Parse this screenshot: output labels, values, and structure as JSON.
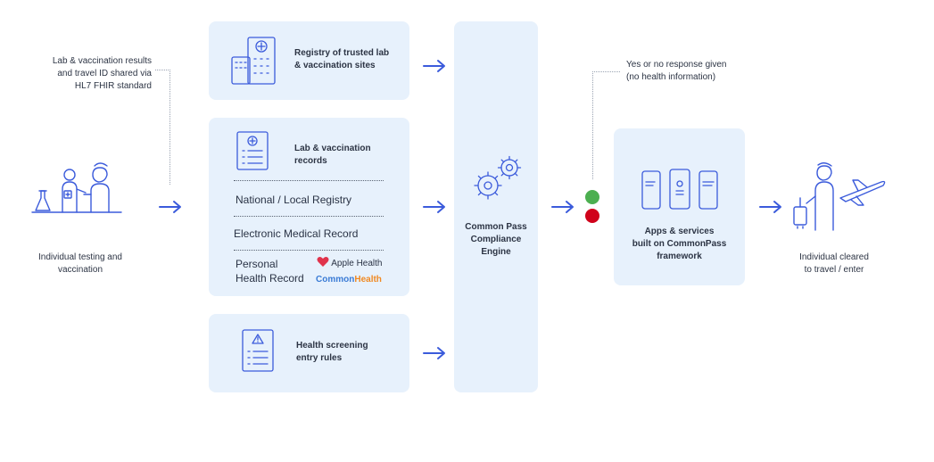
{
  "left": {
    "shared_note": [
      "Lab & vaccination results",
      "and travel ID shared via",
      "HL7 FHIR standard"
    ],
    "person_label": [
      "Individual testing and",
      "vaccination"
    ]
  },
  "registry_box": {
    "title": [
      "Registry of trusted lab",
      "& vaccination sites"
    ]
  },
  "records_box": {
    "title": [
      "Lab & vaccination",
      "records"
    ],
    "rows": [
      "National / Local  Registry",
      "Electronic Medical Record"
    ],
    "phr": [
      "Personal",
      "Health Record"
    ],
    "apple_health": "Apple Health",
    "common_health_a": "Common",
    "common_health_b": "Health"
  },
  "screening_box": {
    "title": [
      "Health screening",
      "entry rules"
    ]
  },
  "engine": {
    "title": [
      "Common Pass",
      "Compliance",
      "Engine"
    ]
  },
  "response_note": [
    "Yes or no response given",
    "(no health information)"
  ],
  "apps_box": {
    "title": [
      "Apps & services",
      "built on CommonPass",
      "framework"
    ]
  },
  "right": {
    "person_label": [
      "Individual cleared",
      "to travel / enter"
    ]
  },
  "colors": {
    "accent": "#3b5bdb",
    "box": "#e7f1fc",
    "green": "#4caf50",
    "red": "#d0021b",
    "heart": "#e0334c",
    "common_blue": "#3a7bd5",
    "common_orange": "#f08a24"
  },
  "icons": [
    "person-testing-icon",
    "hospital-icon",
    "record-card-icon",
    "warning-card-icon",
    "gears-icon",
    "phones-icon",
    "traveler-plane-icon",
    "heart-icon",
    "arrow-right-icon"
  ]
}
